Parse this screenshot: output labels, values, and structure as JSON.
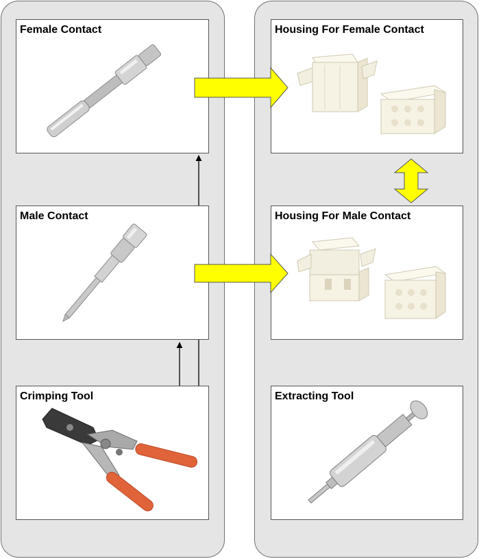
{
  "cards": {
    "female_contact": {
      "title": "Female Contact",
      "image": "female-contact-photo"
    },
    "male_contact": {
      "title": "Male Contact",
      "image": "male-contact-photo"
    },
    "crimping_tool": {
      "title": "Crimping Tool",
      "image": "crimping-tool-photo"
    },
    "housing_female": {
      "title": "Housing For Female Contact",
      "image": "female-housing-photo"
    },
    "housing_male": {
      "title": "Housing For Male Contact",
      "image": "male-housing-photo"
    },
    "extracting_tool": {
      "title": "Extracting Tool",
      "image": "extracting-tool-photo"
    }
  },
  "colors": {
    "panel": "#e5e5e5",
    "arrow_fill": "#ffff00",
    "arrow_stroke": "#555555",
    "housing": "#f6f2e4",
    "tool_handle": "#e0633a",
    "metal": "#c8c8c8"
  }
}
